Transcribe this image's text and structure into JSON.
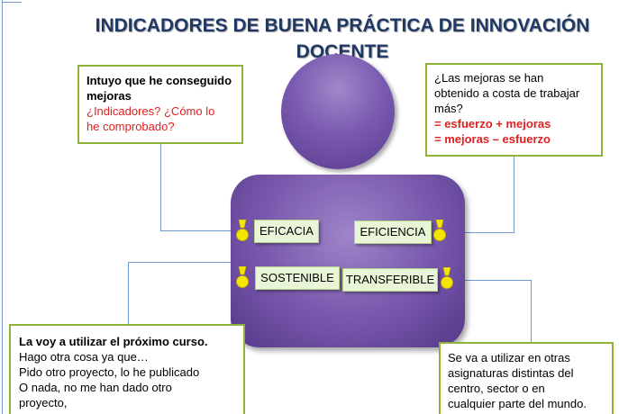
{
  "title": "INDICADORES DE BUENA PRÁCTICA DE INNOVACIÓN DOCENTE",
  "notes": {
    "top_left": {
      "line1": "Intuyo que he conseguido",
      "line2": "mejoras",
      "line3": "¿Indicadores? ¿Cómo lo",
      "line4": "he comprobado?"
    },
    "top_right": {
      "line1": "¿Las mejoras se han",
      "line2": "obtenido a costa de trabajar",
      "line3": "más?",
      "line4": "= esfuerzo + mejoras",
      "line5": "= mejoras – esfuerzo"
    },
    "bottom_left": {
      "line1": "La voy a utilizar el próximo curso.",
      "line2": "Hago otra cosa ya que…",
      "line3": "Pido otro proyecto, lo he publicado",
      "line4": "O nada, no me han dado otro",
      "line5": "proyecto,"
    },
    "bottom_right": {
      "line1": "Se va a utilizar en otras",
      "line2": "asignaturas distintas del",
      "line3": "centro,  sector o en",
      "line4": "cualquier parte del mundo."
    }
  },
  "badges": {
    "eficacia": "EFICACIA",
    "eficiencia": "EFICIENCIA",
    "sostenible": "SOSTENIBLE",
    "transferible": "TRANSFERIBLE"
  },
  "colors": {
    "title": "#1f3864",
    "figure": "#7b5bb0",
    "note_border": "#8db33a",
    "connector": "#6f9bd1",
    "badge_fill": "#e8f5d6",
    "medal": "#f3e500",
    "emphasis_text": "#e02020"
  },
  "icons": {
    "medal": "medal-icon"
  }
}
